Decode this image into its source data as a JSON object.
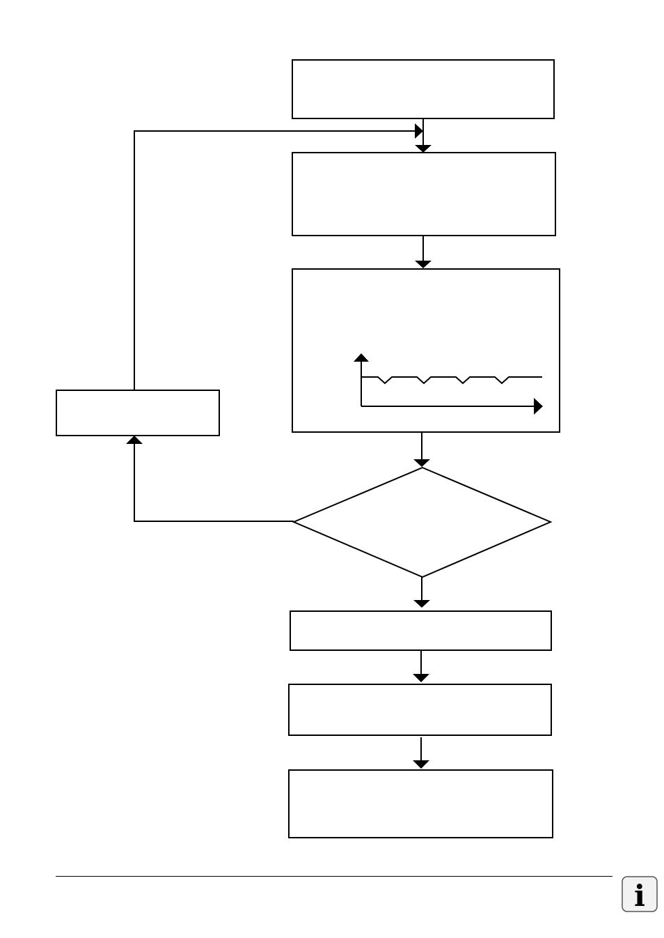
{
  "flowchart": {
    "boxes": [
      {
        "id": "step-1",
        "text": ""
      },
      {
        "id": "step-2",
        "text": ""
      },
      {
        "id": "step-3-graph",
        "text": ""
      },
      {
        "id": "loop-step",
        "text": ""
      },
      {
        "id": "decision",
        "text": ""
      },
      {
        "id": "step-4",
        "text": ""
      },
      {
        "id": "step-5",
        "text": ""
      },
      {
        "id": "step-6",
        "text": ""
      }
    ],
    "edges": [
      {
        "from": "step-1",
        "to": "step-2"
      },
      {
        "from": "step-2",
        "to": "step-3-graph"
      },
      {
        "from": "step-3-graph",
        "to": "decision"
      },
      {
        "from": "decision",
        "to": "loop-step"
      },
      {
        "from": "loop-step",
        "to": "step-2"
      },
      {
        "from": "decision",
        "to": "step-4"
      },
      {
        "from": "step-4",
        "to": "step-5"
      },
      {
        "from": "step-5",
        "to": "step-6"
      }
    ]
  },
  "footer": {
    "info_icon": "info-icon",
    "info_glyph": "i"
  }
}
